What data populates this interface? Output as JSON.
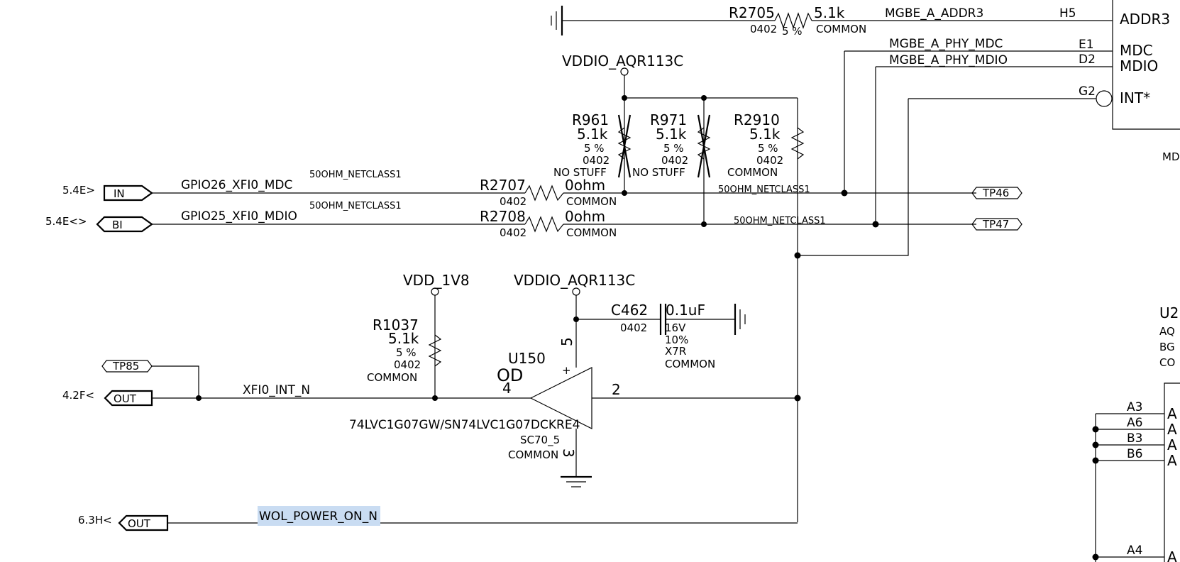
{
  "sheet_refs": {
    "in": "5.4E>",
    "bi": "5.4E<>",
    "out_int": "4.2F<",
    "out_wol": "6.3H<"
  },
  "ports": {
    "in": "IN",
    "bi": "BI",
    "out": "OUT"
  },
  "testpoints": {
    "tp46": "TP46",
    "tp47": "TP47",
    "tp85": "TP85"
  },
  "nets": {
    "gpio26": "GPIO26_XFI0_MDC",
    "gpio25": "GPIO25_XFI0_MDIO",
    "netclass": "50OHM_NETCLASS1",
    "xfi_int": "XFI0_INT_N",
    "wol": "WOL_POWER_ON_N",
    "addr3": "MGBE_A_ADDR3",
    "phy_mdc": "MGBE_A_PHY_MDC",
    "phy_mdio": "MGBE_A_PHY_MDIO"
  },
  "power": {
    "vddio": "VDDIO_AQR113C",
    "vdd1v8": "VDD_1V8"
  },
  "resistors": {
    "r2705": {
      "ref": "R2705",
      "value": "5.1k",
      "pkg": "0402",
      "tol": "5 %",
      "bom": "COMMON"
    },
    "r961": {
      "ref": "R961",
      "value": "5.1k",
      "tol": "5 %",
      "pkg": "0402",
      "bom": "NO STUFF"
    },
    "r971": {
      "ref": "R971",
      "value": "5.1k",
      "tol": "5 %",
      "pkg": "0402",
      "bom": "NO STUFF"
    },
    "r2910": {
      "ref": "R2910",
      "value": "5.1k",
      "tol": "5 %",
      "pkg": "0402",
      "bom": "COMMON"
    },
    "r2707": {
      "ref": "R2707",
      "value": "0ohm",
      "pkg": "0402",
      "bom": "COMMON"
    },
    "r2708": {
      "ref": "R2708",
      "value": "0ohm",
      "pkg": "0402",
      "bom": "COMMON"
    },
    "r1037": {
      "ref": "R1037",
      "value": "5.1k",
      "tol": "5 %",
      "pkg": "0402",
      "bom": "COMMON"
    }
  },
  "capacitor": {
    "ref": "C462",
    "value": "0.1uF",
    "pkg": "0402",
    "voltage": "16V",
    "tol": "10%",
    "dielectric": "X7R",
    "bom": "COMMON"
  },
  "buffer": {
    "ref": "U150",
    "type": "OD",
    "part": "74LVC1G07GW/SN74LVC1G07DCKRE4",
    "pkg": "SC70_5",
    "bom": "COMMON",
    "pin_in": "4",
    "pin_out": "2",
    "pin_vcc": "5",
    "pin_gnd": "3",
    "plus": "+"
  },
  "ic_right": {
    "pins": [
      {
        "num": "H5",
        "name": "ADDR3"
      },
      {
        "num": "E1",
        "name": "MDC"
      },
      {
        "num": "D2",
        "name": "MDIO"
      },
      {
        "num": "G2",
        "name": "INT*"
      }
    ],
    "partial_label": "MD"
  },
  "ic_u2": {
    "ref": "U2",
    "line1": "AQ",
    "line2": "BG",
    "line3": "CO",
    "pins": [
      {
        "num": "A3",
        "name": "A"
      },
      {
        "num": "A6",
        "name": "A"
      },
      {
        "num": "B3",
        "name": "A"
      },
      {
        "num": "B6",
        "name": "A"
      },
      {
        "num": "A4",
        "name": "A"
      }
    ]
  }
}
